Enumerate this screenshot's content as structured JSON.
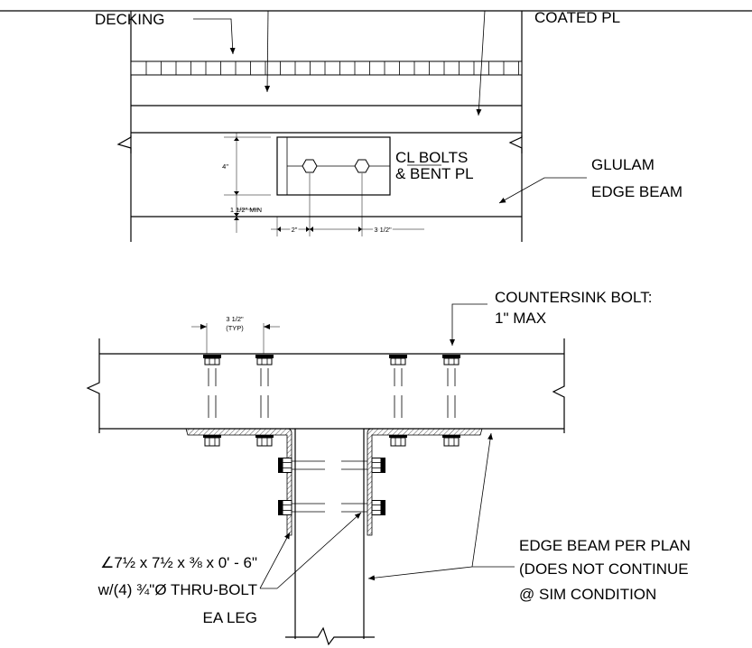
{
  "title": "",
  "labels": {
    "decking": "DECKING",
    "coated_pl": "COATED PL",
    "cl_bolts_1": "CL BOLTS",
    "cl_bolts_2": "& BENT PL",
    "glulam_1": "GLULAM",
    "glulam_2": "EDGE BEAM",
    "countersink_1": "COUNTERSINK  BOLT:",
    "countersink_2": "1\" MAX",
    "angle_spec": "∠7½ x 7½ x ⅜ x 0' - 6\"",
    "thru_bolt": "w/(4) ¾\"Ø THRU-BOLT",
    "ea_leg": "EA LEG",
    "edge_beam_1": "EDGE BEAM PER PLAN",
    "edge_beam_2": "(DOES NOT CONTINUE",
    "edge_beam_3": "@ SIM CONDITION"
  },
  "dimensions": {
    "dim_4in": "4\"",
    "dim_1_5_min": "1 1/2\" MIN",
    "dim_2in": "2\"",
    "dim_3_5in": "3 1/2\"",
    "dim_3_5_typ": "3 1/2\"",
    "dim_typ": "(TYP)"
  }
}
